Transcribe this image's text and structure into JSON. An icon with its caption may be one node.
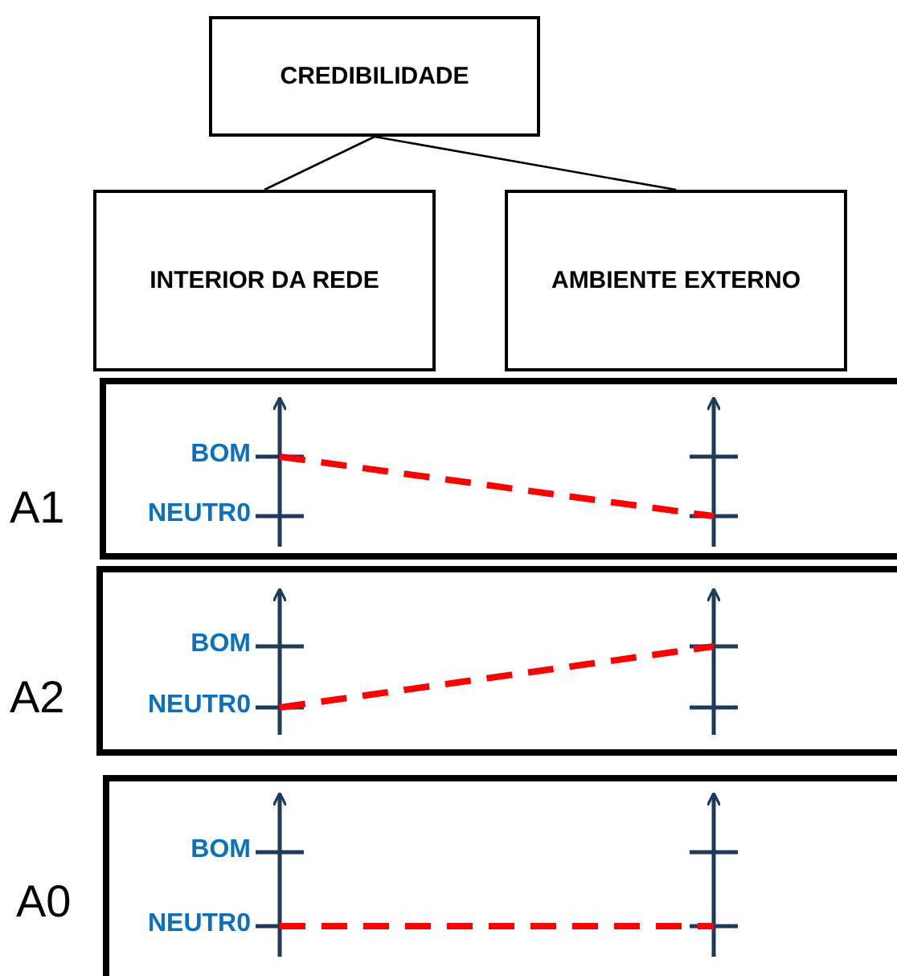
{
  "diagram": {
    "nodes": [
      {
        "text": [
          "CREDIBILIDADE"
        ]
      },
      {
        "text": [
          "INTERIOR DA REDE"
        ]
      },
      {
        "text": [
          "AMBIENTE EXTERNO"
        ]
      },
      {
        "text": [
          "A1"
        ]
      },
      {
        "text": [
          "A2"
        ]
      },
      {
        "text": [
          "A0"
        ]
      }
    ],
    "edges": [
      {
        "from": 0,
        "to": 1,
        "arrow": "none"
      },
      {
        "from": 0,
        "to": 2,
        "arrow": "none"
      }
    ],
    "labels": [
      "BOM",
      "NEUTR0",
      "BOM",
      "NEUTR0",
      "BOM",
      "NEUTR0"
    ]
  }
}
